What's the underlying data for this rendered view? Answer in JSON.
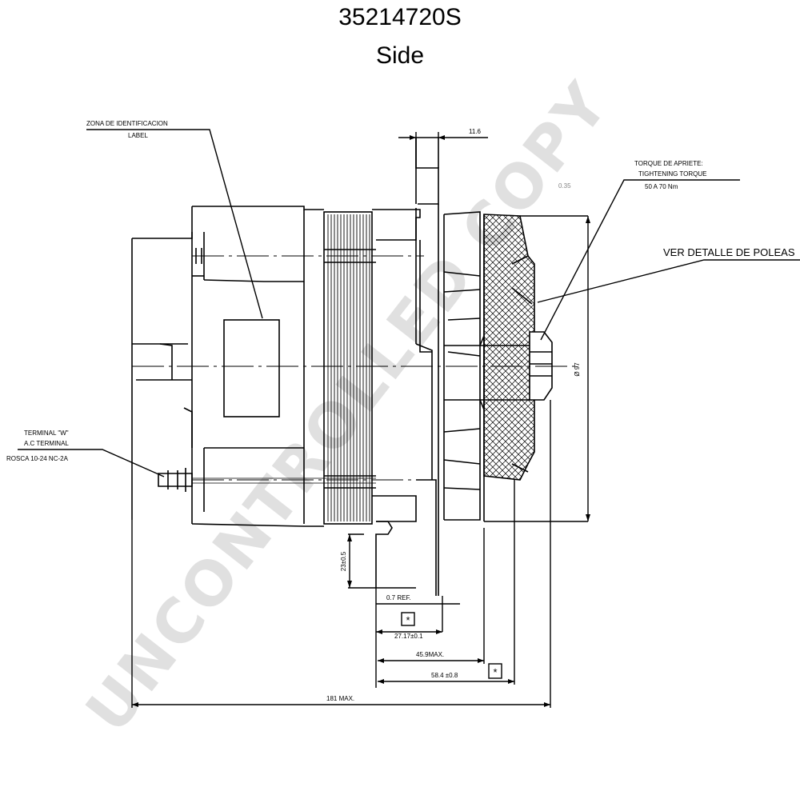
{
  "header": {
    "part_number": "35214720S",
    "view": "Side"
  },
  "labels": {
    "id_zone_es": "ZONA DE IDENTIFICACION",
    "id_zone_en": "LABEL",
    "torque_es": "TORQUE DE APRIETE:",
    "torque_en": "TIGHTENING TORQUE",
    "torque_value": "50 A 70 Nm",
    "pulley_detail": "VER DETALLE DE POLEAS",
    "terminal_w": "TERMINAL \"W\"",
    "ac_terminal": "A.C TERMINAL",
    "thread": "ROSCA 10-24 NC-2A"
  },
  "dimensions": {
    "top_width": "11.6",
    "small_035": "0.35",
    "diameter": "Ø 97",
    "height_23": "23±0.5",
    "ref_07": "0.7 REF.",
    "d_2717": "27.17±0.1",
    "d_459": "45.9MAX.",
    "d_584": "58.4 ±0.8",
    "d_181": "181 MAX."
  },
  "markers": {
    "star": "*"
  },
  "watermark": "UNCONTROLLED COPY"
}
